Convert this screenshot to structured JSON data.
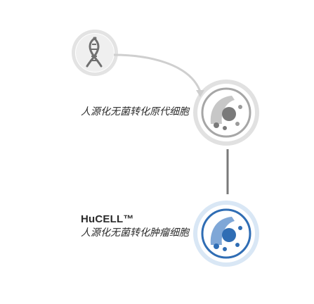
{
  "colors": {
    "blue": "#2f6db4",
    "light_blue": "#d9e7f5",
    "grey": "#7d7d7d",
    "light_grey": "#e3e3e3",
    "dark": "#2b2b2b"
  },
  "icons": {
    "dna": "dna-icon",
    "native_cell": "cell-icon",
    "engineered_cell": "cell-icon"
  },
  "labels": {
    "top_caption": "人源化无菌转化原代细胞",
    "brand": "HuCELL™",
    "bottom_caption": "人源化无菌转化肿瘤细胞"
  }
}
